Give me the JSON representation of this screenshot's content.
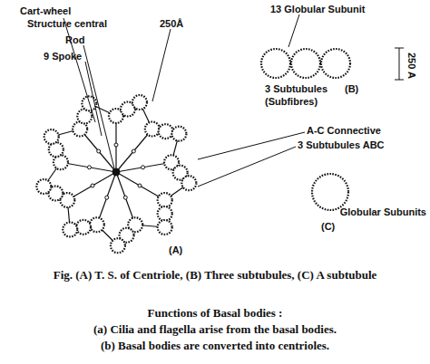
{
  "diagram": {
    "caption": "Fig. (A) T. S. of Centriole, (B) Three subtubules, (C) A subtubule",
    "labels": [
      "Cart-wheel",
      "Structure central",
      "250Å",
      "Rod",
      "9 Spoke",
      "13 Globular Subunit",
      "250 A",
      "3 Subtubules",
      "(B)",
      "(Subfibres)",
      "A-C Connective",
      "3 Subtubules ABC",
      "(A)",
      "Globular Subunits",
      "(C)",
      "Functions of Basal bodies :",
      "(a) Cilia and flagella arise from the basal bodies.",
      "(b) Basal bodies are converted into centrioles."
    ]
  }
}
